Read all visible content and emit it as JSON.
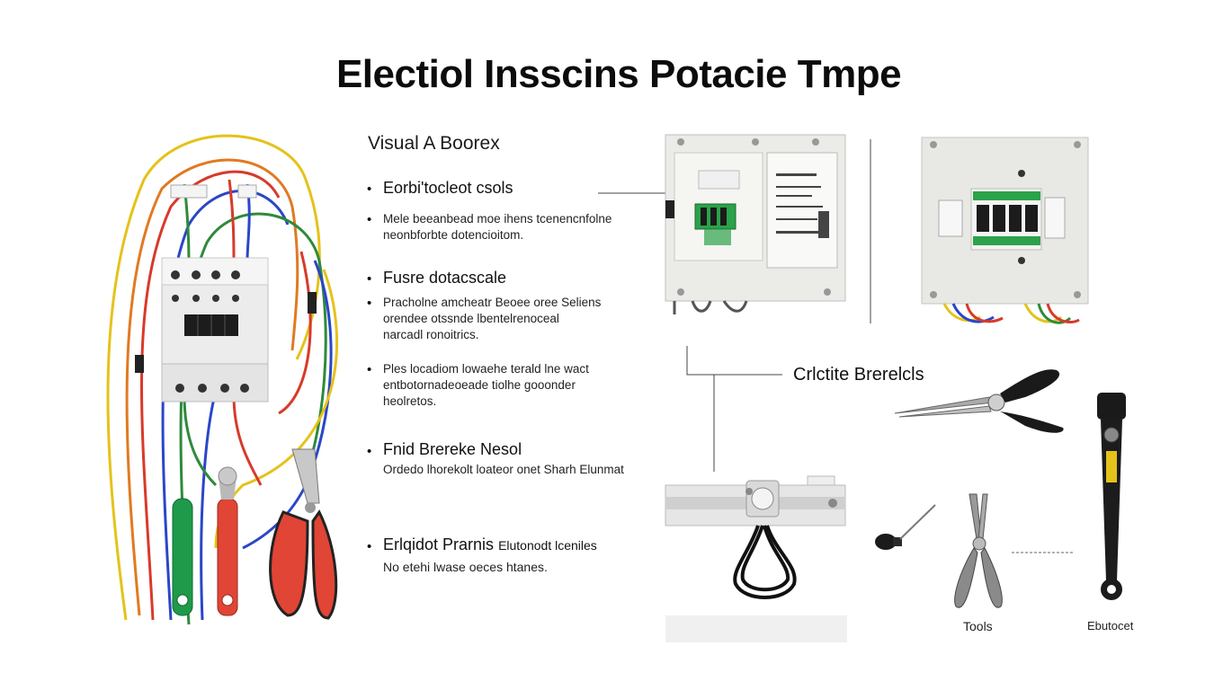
{
  "title": "Electiol Insscins Potacie Tmpe",
  "subtitle": "Visual A Boorex",
  "sections": [
    {
      "heading": "Eorbi'tocleot csols",
      "description": []
    },
    {
      "heading": "",
      "description": [
        "Mele beeanbead moe ihens tcenencnfolne",
        "neonbforbte dotencioitom."
      ]
    },
    {
      "heading": "Fusre dotacscale",
      "description": [
        "Pracholne amcheatr Beoee oree Seliens",
        "orendee otssnde lbentelrenoceal",
        "narcadl ronoitrics."
      ]
    },
    {
      "heading": "",
      "description": [
        "Ples locadiom lowaehe terald lne wact",
        "entbotornadeoeade tiolhe gooonder",
        "heolretos."
      ]
    },
    {
      "heading": "Fnid Brereke Nesol",
      "description": [
        "Ordedo lhorekolt loateor onet Sharh Elunmat"
      ]
    },
    {
      "heading": "Erlqidot Prarnis",
      "heading_extra": "Elutonodt lceniles",
      "description": [
        "No etehi lwase oeces htanes."
      ]
    }
  ],
  "labels": {
    "circuit_breakers": "Crlctite Brerelcls",
    "tools": "Tools",
    "electrical": "Ebutocet"
  },
  "colors": {
    "wire_red": "#d83a2a",
    "wire_blue": "#2a46c8",
    "wire_yellow": "#e5c21a",
    "wire_green": "#2f8a3a",
    "wire_orange": "#e07a22",
    "handle_green": "#1e9a4a",
    "handle_red": "#e04535",
    "terminal_green": "#2ca24a",
    "panel_grey": "#eaeae6"
  }
}
